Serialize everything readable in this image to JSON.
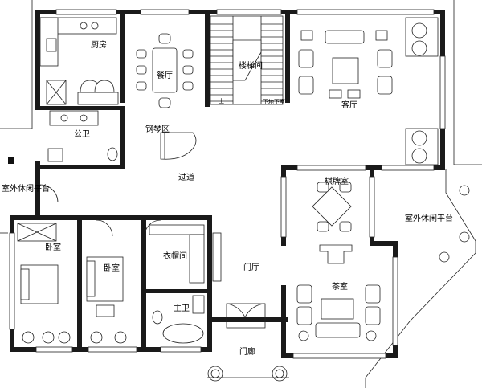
{
  "rooms": {
    "kitchen": "厨房",
    "dining": "餐厅",
    "stairs": "楼梯间",
    "living": "客厅",
    "public_wc": "公卫",
    "piano": "钢琴区",
    "corridor": "过道",
    "outdoor_left": "室外休闲平台",
    "chess_room": "棋牌室",
    "outdoor_right": "室外休闲平台",
    "bedroom_left": "卧室",
    "bedroom_mid": "卧室",
    "wardrobe": "衣帽间",
    "foyer": "门厅",
    "master_wc": "主卫",
    "tea_room": "茶室",
    "porch": "门廊"
  },
  "stair_notes": {
    "up": "上",
    "down": "下地下室"
  }
}
